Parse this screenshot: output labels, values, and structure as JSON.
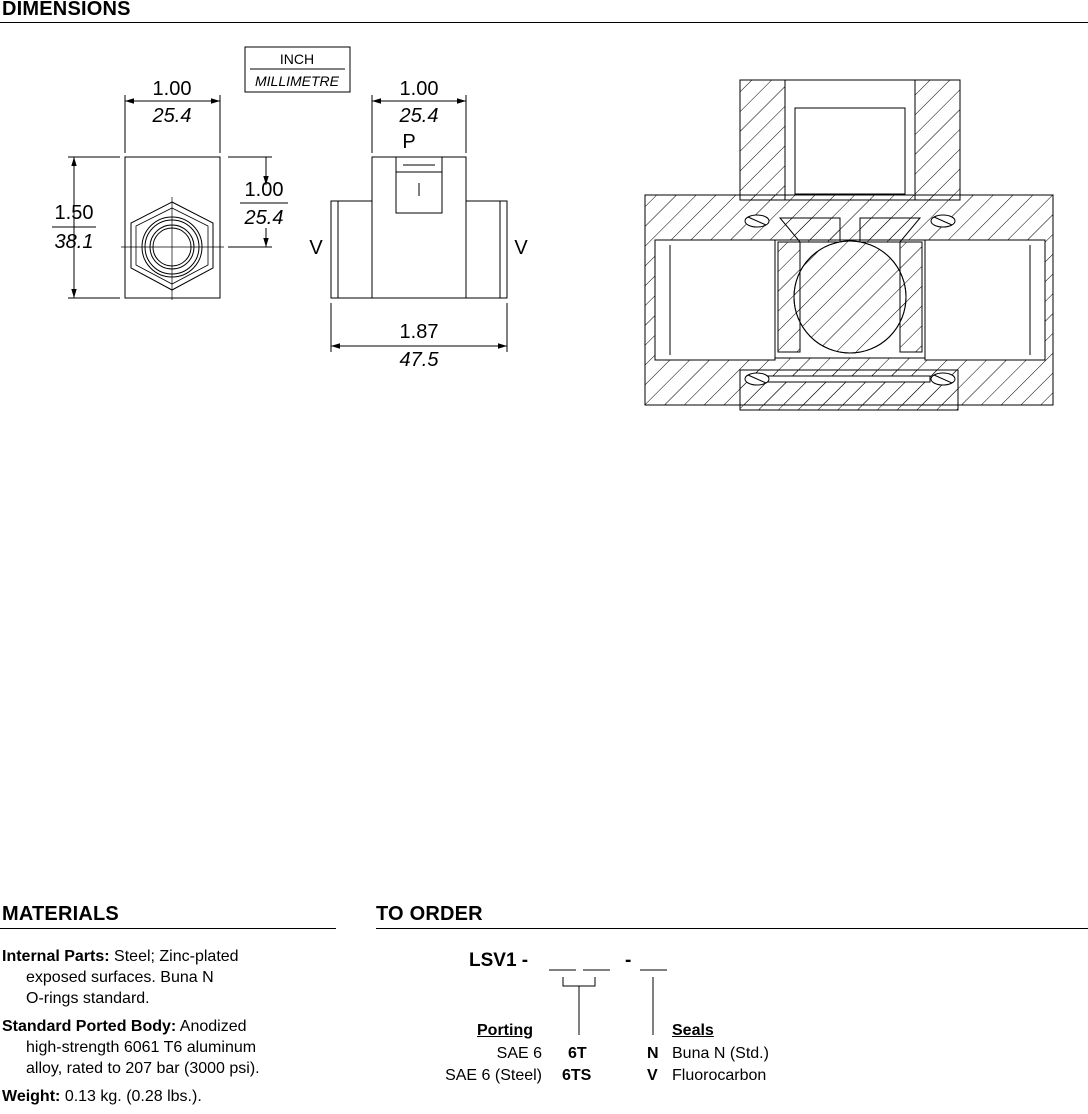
{
  "dimensions": {
    "title": "DIMENSIONS",
    "legend": {
      "top": "INCH",
      "bottom": "MILLIMETRE"
    },
    "front_width": {
      "inch": "1.00",
      "mm": "25.4"
    },
    "front_height": {
      "inch": "1.50",
      "mm": "38.1"
    },
    "hex_height": {
      "inch": "1.00",
      "mm": "25.4"
    },
    "side_port_width": {
      "inch": "1.00",
      "mm": "25.4"
    },
    "side_length": {
      "inch": "1.87",
      "mm": "47.5"
    },
    "port_p": "P",
    "port_v_left": "V",
    "port_v_right": "V"
  },
  "materials": {
    "title": "MATERIALS",
    "internal_label": "Internal Parts:",
    "internal_l1": "Steel; Zinc-plated",
    "internal_l2": "exposed surfaces. Buna N",
    "internal_l3": "O-rings standard.",
    "body_label": "Standard Ported Body:",
    "body_l1": "Anodized",
    "body_l2": "high-strength 6061 T6 aluminum",
    "body_l3": "alloy, rated to 207 bar (3000 psi).",
    "weight_label": "Weight:",
    "weight_value": "0.13 kg. (0.28 lbs.)."
  },
  "order": {
    "title": "TO ORDER",
    "model": "LSV1 -",
    "dash": "-",
    "porting_header": "Porting",
    "seals_header": "Seals",
    "porting": [
      {
        "name": "SAE 6",
        "code": "6T"
      },
      {
        "name": "SAE 6 (Steel)",
        "code": "6TS"
      }
    ],
    "seals": [
      {
        "code": "N",
        "name": "Buna N (Std.)"
      },
      {
        "code": "V",
        "name": "Fluorocarbon"
      }
    ]
  }
}
